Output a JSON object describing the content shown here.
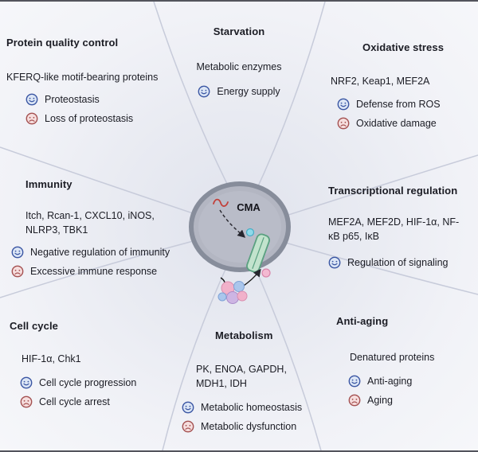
{
  "figure": {
    "center_label": "CMA",
    "palette": {
      "background": "#e9ebf2",
      "divider_lines": "#c7cbda",
      "lysosome_fill": "#b3b6c2",
      "lysosome_border": "#878d9b",
      "happy_face_accent": "#3a56a3",
      "sad_face_accent": "#a45050",
      "channel_green": "#5ba181",
      "substrate_red": "#c2403a",
      "chaperone_pink": "#f1b1ca",
      "chaperone_blue": "#aac6ec"
    }
  },
  "sections": {
    "protein_quality_control": {
      "title": "Protein quality control",
      "substrates": "KFERQ-like motif-bearing proteins",
      "positive": "Proteostasis",
      "negative": "Loss of proteostasis"
    },
    "starvation": {
      "title": "Starvation",
      "substrates": "Metabolic enzymes",
      "positive": "Energy supply"
    },
    "oxidative_stress": {
      "title": "Oxidative stress",
      "substrates": "NRF2, Keap1, MEF2A",
      "positive": "Defense from ROS",
      "negative": "Oxidative damage"
    },
    "immunity": {
      "title": "Immunity",
      "substrates": "Itch, Rcan-1, CXCL10, iNOS, NLRP3, TBK1",
      "positive": "Negative regulation of immunity",
      "negative": "Excessive immune response"
    },
    "transcriptional_regulation": {
      "title": "Transcriptional regulation",
      "substrates": "MEF2A, MEF2D, HIF-1α, NF-κB p65, IκB",
      "positive": "Regulation of signaling"
    },
    "cell_cycle": {
      "title": "Cell cycle",
      "substrates": "HIF-1α, Chk1",
      "positive": "Cell cycle progression",
      "negative": "Cell cycle arrest"
    },
    "metabolism": {
      "title": "Metabolism",
      "substrates": "PK, ENOA, GAPDH, MDH1, IDH",
      "positive": "Metabolic homeostasis",
      "negative": "Metabolic dysfunction"
    },
    "anti_aging": {
      "title": "Anti-aging",
      "substrates": "Denatured proteins",
      "positive": "Anti-aging",
      "negative": "Aging"
    }
  }
}
